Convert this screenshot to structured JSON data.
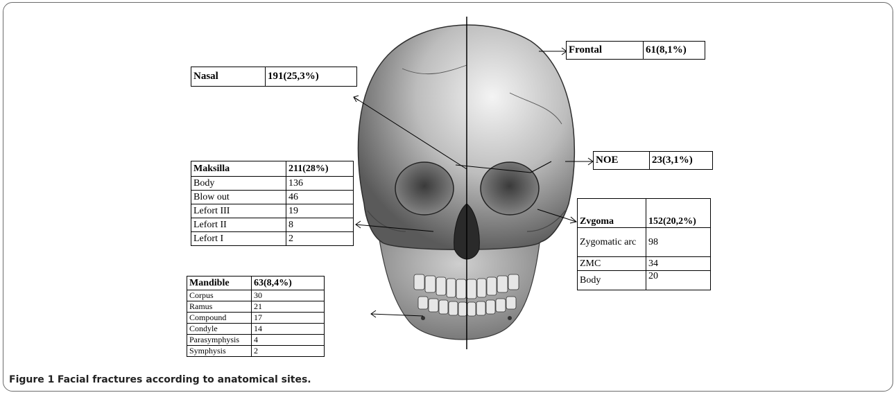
{
  "caption": {
    "label": "Figure 1",
    "text": "Facial fractures according to anatomical sites."
  },
  "sites": {
    "nasal": {
      "name": "Nasal",
      "value": "191(25,3%)"
    },
    "frontal": {
      "name": "Frontal",
      "value": "61(8,1%)"
    },
    "noe": {
      "name": "NOE",
      "value": "23(3,1%)"
    },
    "maksilla": {
      "name": "Maksilla",
      "value": "211(28%)",
      "rows": [
        {
          "name": "Body",
          "value": "136"
        },
        {
          "name": "Blow out",
          "value": "46"
        },
        {
          "name": "Lefort III",
          "value": "19"
        },
        {
          "name": "Lefort II",
          "value": "8"
        },
        {
          "name": "Lefort I",
          "value": "2"
        }
      ]
    },
    "zygoma": {
      "name": "Zvgoma",
      "value": "152(20,2%)",
      "rows": [
        {
          "name": "Zygomatic arc",
          "value": "98"
        },
        {
          "name": "ZMC",
          "value": "34"
        },
        {
          "name": "Body",
          "value": "20"
        }
      ]
    },
    "mandible": {
      "name": "Mandible",
      "value": "63(8,4%)",
      "rows": [
        {
          "name": "Corpus",
          "value": "30"
        },
        {
          "name": "Ramus",
          "value": "21"
        },
        {
          "name": "Compound",
          "value": "17"
        },
        {
          "name": "Condyle",
          "value": "14"
        },
        {
          "name": "Parasymphysis",
          "value": "4"
        },
        {
          "name": "Symphysis",
          "value": "2"
        }
      ]
    }
  }
}
